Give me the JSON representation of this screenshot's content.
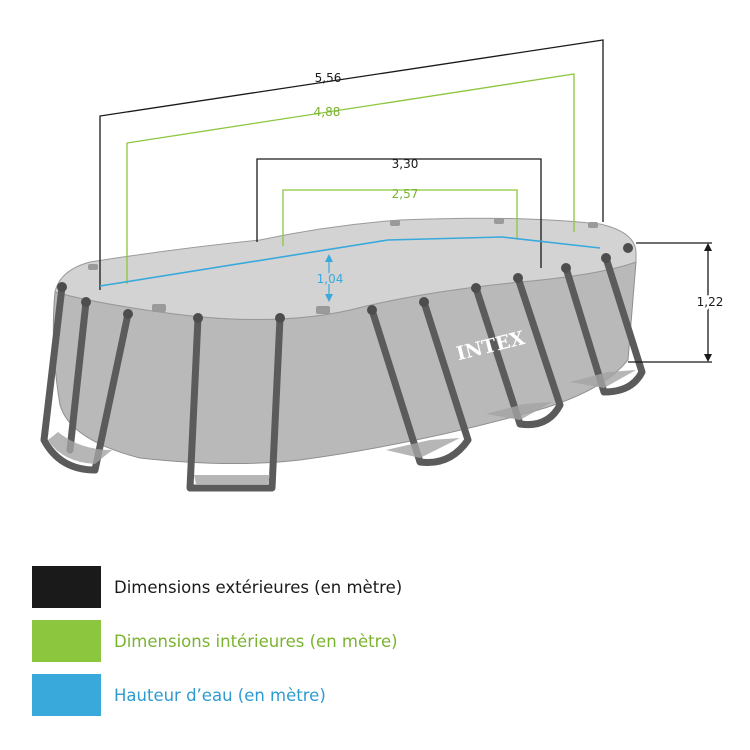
{
  "brand": "INTEX",
  "colors": {
    "exterior": "#1a1a1a",
    "interior": "#8cc63f",
    "water": "#39a9dc",
    "pool_top": "#d2d2d2",
    "pool_wall": "#b9b9b9",
    "legs": "#5d5d5d",
    "dimension_line": "#1a1a1a"
  },
  "dimensions": {
    "exterior_length": "5,56",
    "interior_length": "4,88",
    "exterior_width": "3,30",
    "interior_width": "2,57",
    "water_height": "1,04",
    "exterior_height": "1,22"
  },
  "legend": [
    {
      "label": "Dimensions extérieures (en mètre)",
      "color": "#1a1a1a",
      "text_color": "#1a1a1a"
    },
    {
      "label": "Dimensions intérieures (en mètre)",
      "color": "#8cc63f",
      "text_color": "#7ab32e"
    },
    {
      "label": "Hauteur d’eau (en mètre)",
      "color": "#39a9dc",
      "text_color": "#2e9bd0"
    }
  ]
}
